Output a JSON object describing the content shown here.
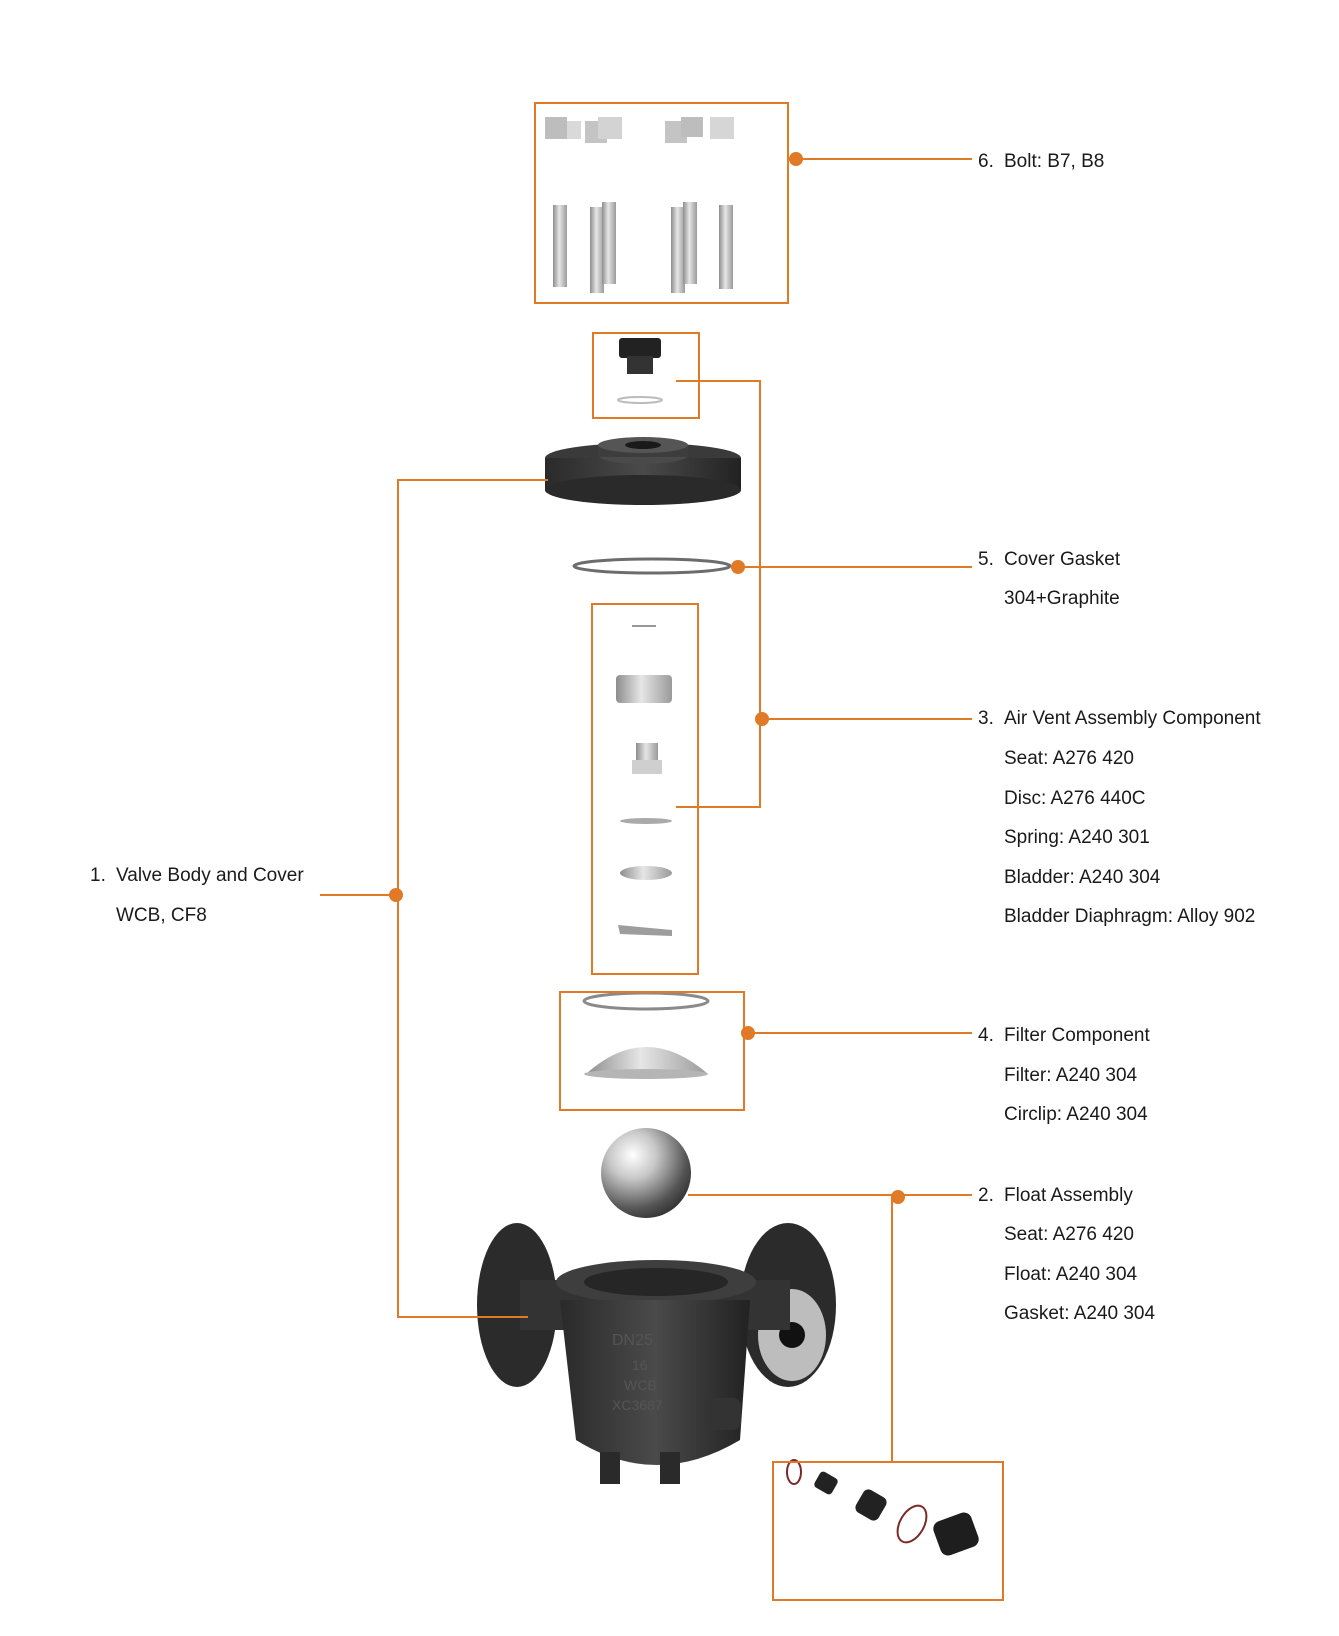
{
  "accent_color": "#e07a26",
  "labels": {
    "bolt": {
      "num": "6.",
      "title": "Bolt: B7, B8",
      "lines": []
    },
    "gasket": {
      "num": "5.",
      "title": "Cover Gasket",
      "lines": [
        "304+Graphite"
      ]
    },
    "airvent": {
      "num": "3.",
      "title": "Air Vent Assembly Component",
      "lines": [
        "Seat: A276 420",
        "Disc: A276 440C",
        "Spring: A240 301",
        "Bladder: A240 304",
        "Bladder Diaphragm: Alloy 902"
      ]
    },
    "body": {
      "num": "1.",
      "title": "Valve Body and Cover",
      "lines": [
        "WCB, CF8"
      ]
    },
    "filter": {
      "num": "4.",
      "title": "Filter Component",
      "lines": [
        "Filter: A240 304",
        "Circlip: A240 304"
      ]
    },
    "float": {
      "num": "2.",
      "title": "Float Assembly",
      "lines": [
        "Seat: A276 420",
        "Float: A240 304",
        "Gasket: A240 304"
      ]
    }
  },
  "body_casting_marks": [
    "DN25",
    "16",
    "WCB",
    "XC3687"
  ]
}
